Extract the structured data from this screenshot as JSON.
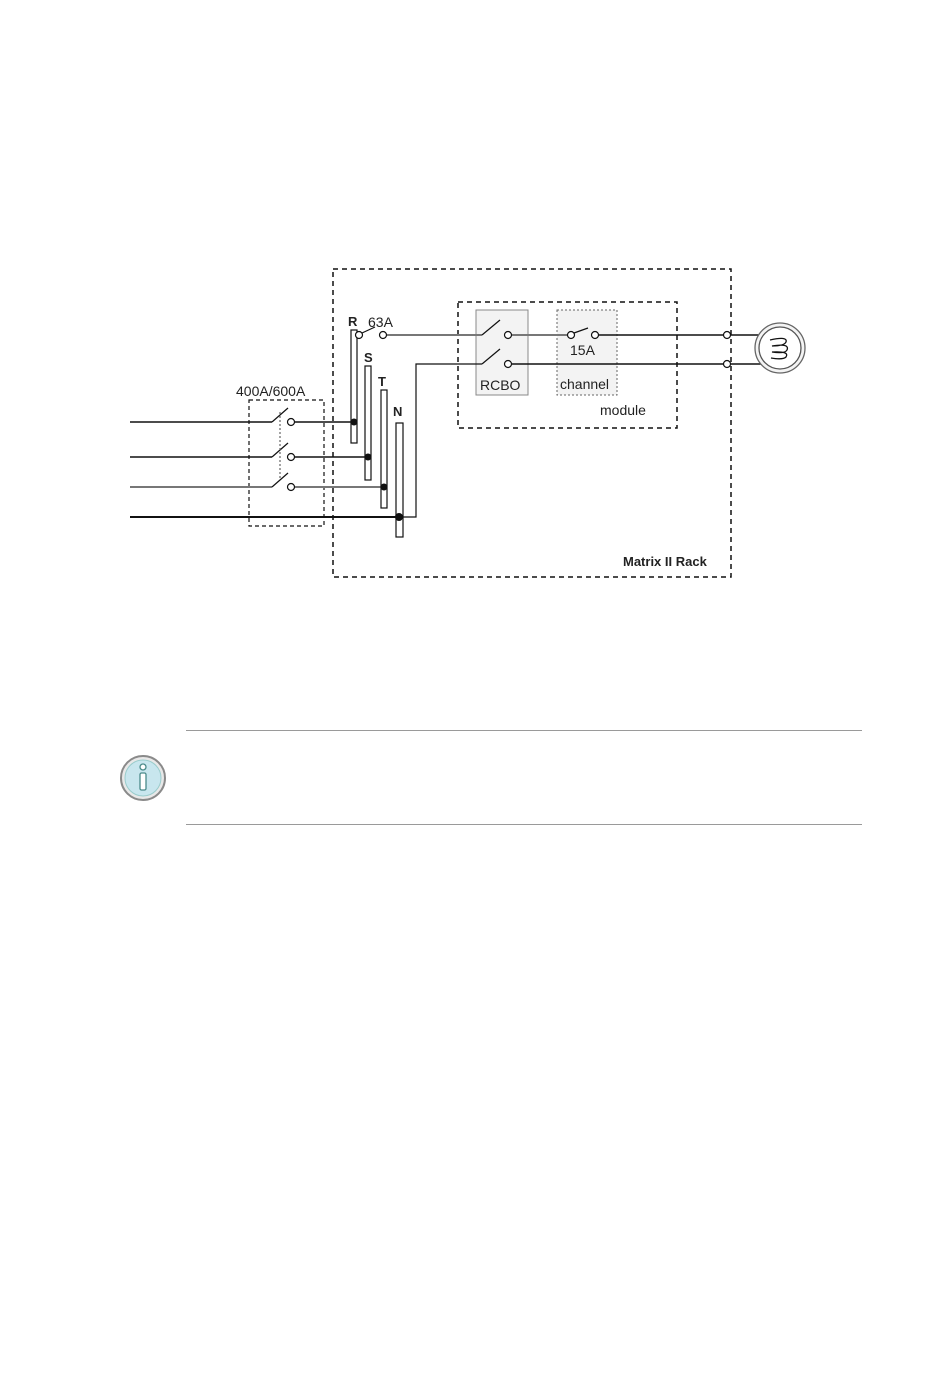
{
  "diagram": {
    "labels": {
      "main_breaker": "400A/600A",
      "phase_r": "R",
      "phase_s": "S",
      "phase_t": "T",
      "neutral": "N",
      "rack_breaker": "63A",
      "rcbo": "RCBO",
      "channel": "channel",
      "channel_breaker": "15A",
      "module": "module",
      "rack": "Matrix II Rack"
    }
  },
  "note": {
    "icon": "info-icon",
    "icon_color": "#c8e6ee"
  }
}
